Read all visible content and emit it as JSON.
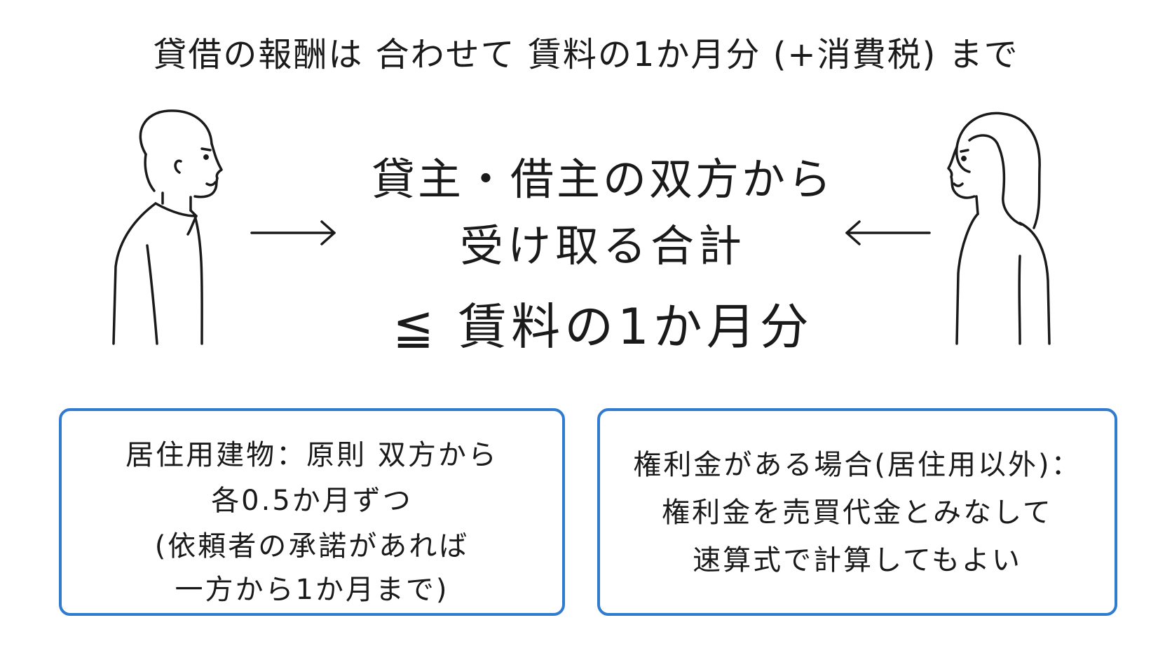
{
  "header": {
    "title": "貸借の報酬は 合わせて 賃料の1か月分 (+消費税) まで"
  },
  "center": {
    "line1": "貸主・借主の双方から",
    "line2": "受け取る合計",
    "line3": "≦ 賃料の1か月分"
  },
  "left_box": {
    "lines": [
      "居住用建物：原則 双方から",
      "各0.5か月ずつ",
      "(依頼者の承諾があれば",
      "一方から1か月まで)"
    ]
  },
  "right_box": {
    "lines": [
      "権利金がある場合(居住用以外)：",
      "権利金を売買代金とみなして",
      "速算式で計算してもよい"
    ]
  },
  "colors": {
    "box_border": "#2e7bcf",
    "ink": "#1a1a1a"
  },
  "icons": {
    "left_person": "man-profile-icon",
    "right_person": "woman-profile-icon",
    "left_arrow": "arrow-right-icon",
    "right_arrow": "arrow-left-icon"
  }
}
